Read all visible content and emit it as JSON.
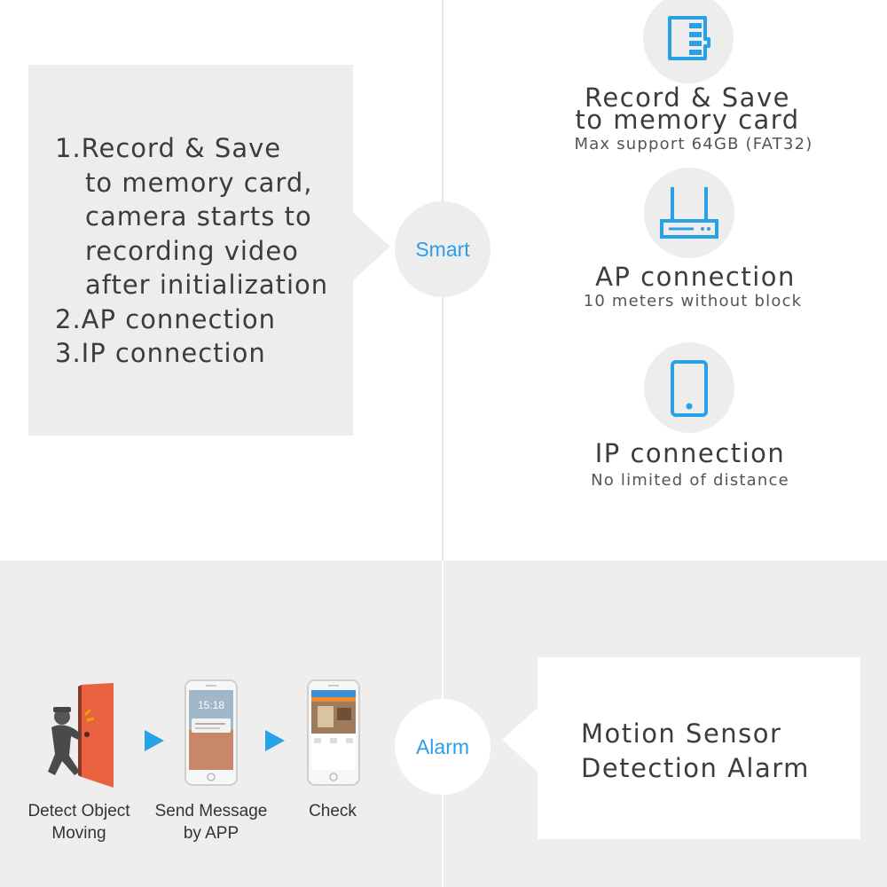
{
  "smart": {
    "badge": "Smart",
    "list": [
      {
        "text": "1.Record & Save",
        "indent": false
      },
      {
        "text": "to memory card,",
        "indent": true
      },
      {
        "text": "camera starts to",
        "indent": true
      },
      {
        "text": "recording video",
        "indent": true
      },
      {
        "text": "after initialization",
        "indent": true
      },
      {
        "text": "2.AP connection",
        "indent": false
      },
      {
        "text": "3.IP connection",
        "indent": false
      }
    ]
  },
  "features": [
    {
      "icon": "memory-card-icon",
      "title_lines": [
        "Record & Save",
        "to memory card"
      ],
      "subtitle": "Max support 64GB (FAT32)"
    },
    {
      "icon": "router-icon",
      "title_lines": [
        "AP connection"
      ],
      "subtitle": "10 meters without block"
    },
    {
      "icon": "phone-icon",
      "title_lines": [
        "IP connection"
      ],
      "subtitle": "No limited of distance"
    }
  ],
  "alarm": {
    "badge": "Alarm",
    "flow": [
      {
        "label_lines": [
          "Detect Object",
          "Moving"
        ],
        "icon": "intruder-door-icon"
      },
      {
        "label_lines": [
          "Send Message",
          "by APP"
        ],
        "icon": "phone-notification-icon"
      },
      {
        "label_lines": [
          "Check"
        ],
        "icon": "phone-app-icon"
      }
    ],
    "card_lines": [
      "Motion Sensor",
      "Detection Alarm"
    ],
    "phone_time": "15:18"
  },
  "colors": {
    "accent": "#2d9de8",
    "arrow": "#25a3e8",
    "icon_blue": "#2aa0e6",
    "panel": "#ededed"
  }
}
